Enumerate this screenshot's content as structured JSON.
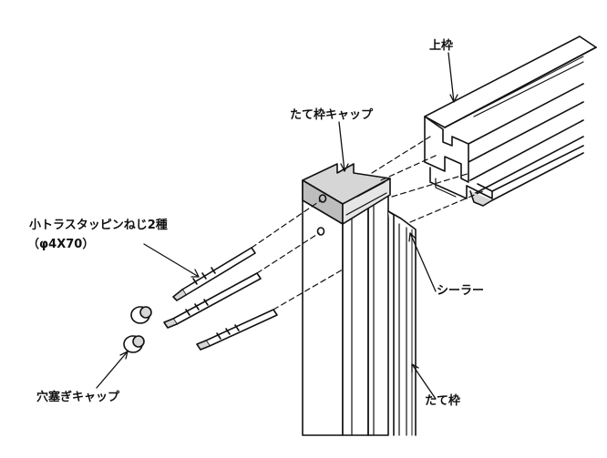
{
  "labels": {
    "top_frame": "上枠",
    "vertical_frame_cap": "たて枠キャップ",
    "screw_name": "小トラスタッピンねじ2種",
    "screw_size": "（φ4X70）",
    "sealer": "シーラー",
    "hole_cap": "穴塞ぎキャップ",
    "vertical_frame": "たて枠"
  },
  "colors": {
    "ink": "#111111",
    "fill": "#ffffff",
    "shade": "#d6d6d6",
    "dark_shade": "#9a9a9a"
  }
}
